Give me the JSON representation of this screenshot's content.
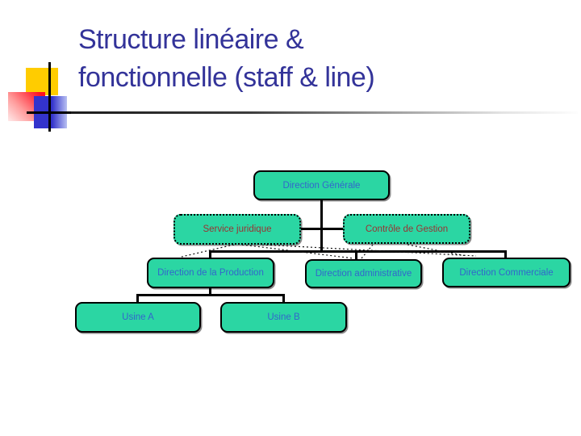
{
  "title": {
    "line1": "Structure linéaire &",
    "line2": "fonctionnelle (staff & line)"
  },
  "colors": {
    "title_text": "#333399",
    "node_fill": "#2BD6A3",
    "line_node_text": "#3366CC",
    "staff_node_text": "#993333",
    "connector": "#000000",
    "accent_yellow": "#FFCC00",
    "accent_red": "#FF1020",
    "accent_blue": "#3333CC"
  },
  "org_chart": {
    "nodes": [
      {
        "label": "Direction Générale",
        "role": "root"
      },
      {
        "label": "Service juridique",
        "role": "staff"
      },
      {
        "label": "Contrôle de Gestion",
        "role": "staff"
      },
      {
        "label": "Direction de la Production",
        "role": "line"
      },
      {
        "label": "Direction administrative",
        "role": "line"
      },
      {
        "label": "Direction Commerciale",
        "role": "line"
      },
      {
        "label": "Usine A",
        "role": "line"
      },
      {
        "label": "Usine B",
        "role": "line"
      }
    ],
    "solid_edges": [
      "Direction Générale - Service juridique",
      "Direction Générale - Contrôle de Gestion",
      "Direction Générale - Direction de la Production",
      "Direction Générale - Direction administrative",
      "Direction Générale - Direction Commerciale",
      "Direction de la Production - Usine A",
      "Direction de la Production - Usine B"
    ],
    "dotted_edges": [
      "Service juridique - Direction de la Production",
      "Service juridique - Direction administrative",
      "Service juridique - Direction Commerciale",
      "Contrôle de Gestion - Direction administrative",
      "Contrôle de Gestion - Direction Commerciale"
    ]
  }
}
